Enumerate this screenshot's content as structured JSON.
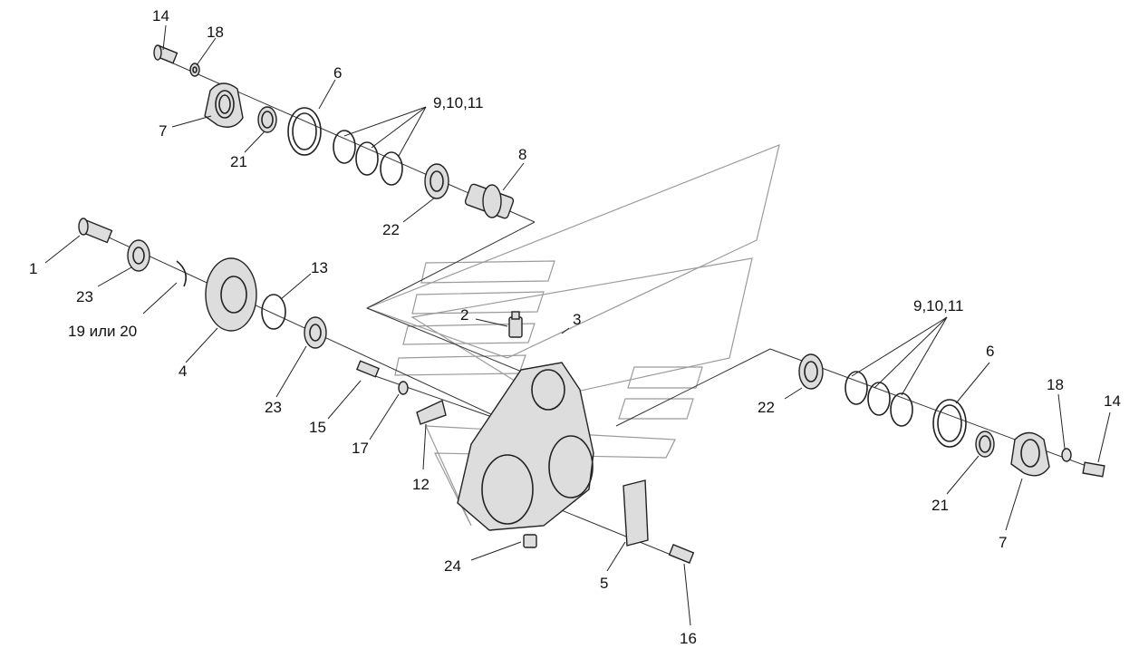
{
  "labels": {
    "l1": "1",
    "l2": "2",
    "l3": "3",
    "l4": "4",
    "l5": "5",
    "l6a": "6",
    "l6b": "6",
    "l7a": "7",
    "l7b": "7",
    "l8": "8",
    "l9a": "9,10,11",
    "l9b": "9,10,11",
    "l12": "12",
    "l13": "13",
    "l14a": "14",
    "l14b": "14",
    "l15": "15",
    "l16": "16",
    "l17": "17",
    "l18a": "18",
    "l18b": "18",
    "l19": "19 или 20",
    "l21a": "21",
    "l21b": "21",
    "l22a": "22",
    "l22b": "22",
    "l23a": "23",
    "l23b": "23",
    "l24": "24"
  }
}
